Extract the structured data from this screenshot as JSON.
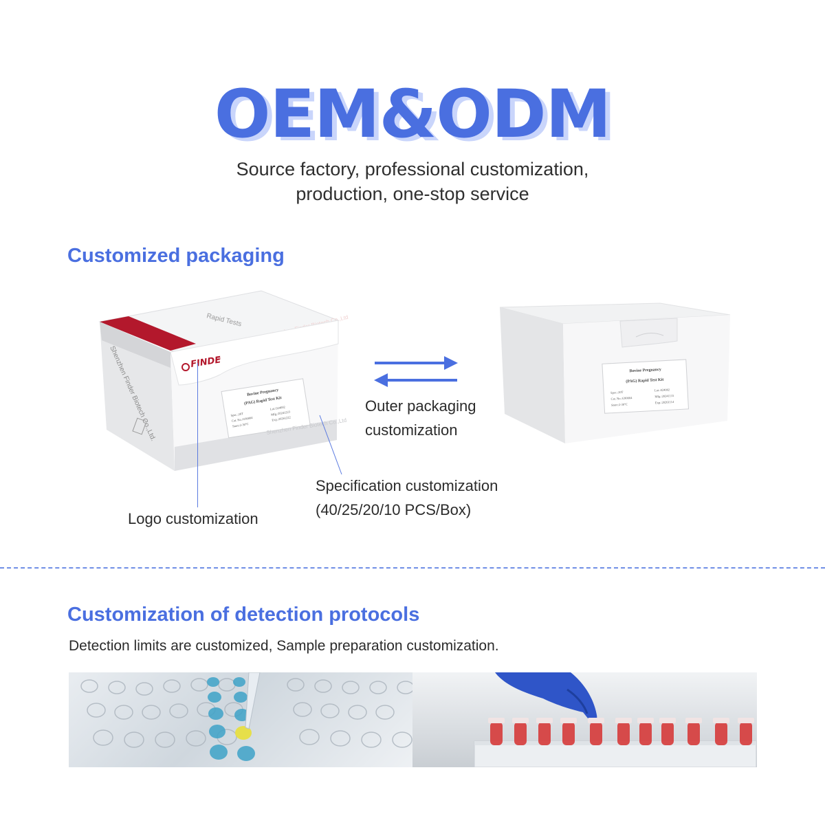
{
  "hero": {
    "title": "OEM&ODM",
    "subtitle_line1": "Source factory, professional customization,",
    "subtitle_line2": "production, one-stop service"
  },
  "packaging": {
    "title": "Customized packaging",
    "logo_label": "Logo customization",
    "spec_label_line1": "Specification customization",
    "spec_label_line2": "(40/25/20/10 PCS/Box)",
    "outer_label_line1": "Outer packaging",
    "outer_label_line2": "customization"
  },
  "box_left": {
    "logo": "FINDE",
    "logo_mark": "®",
    "side_company": "Shenzhen Finder Biotech Co.,Ltd.",
    "top_text": "Rapid Tests",
    "top_company": "Shenzhen Finder Biotech Co.,Ltd",
    "front_company": "Shenzhen Finder Biotech Co.,Ltd",
    "label_line1": "Bovine Pregnancy",
    "label_line2": "(PAG) Rapid Test Kit",
    "spec": "Spec.:20T",
    "cat": "Cat. No.:G90004",
    "store": "Store:2-30°C",
    "lot": "Lot.:024002",
    "mfg": "Mfg.:20241223",
    "exp": "Exp.:20261222"
  },
  "box_right": {
    "label_line1": "Bovine Pregnancy",
    "label_line2": "(PAG) Rapid Test Kit",
    "spec": "Spec.:20T",
    "cat": "Cat. No.:G90004",
    "store": "Store:2-30°C",
    "lot": "Lot.:024002",
    "mfg": "Mfg.:20241115",
    "exp": "Exp.:20261114"
  },
  "protocols": {
    "title": "Customization of detection protocols",
    "description": "Detection limits are customized, Sample preparation customization."
  },
  "colors": {
    "accent": "#4a6fe0",
    "accent_shadow": "#c9d5fb",
    "brand_red": "#b3182c",
    "liquid_red": "#d63a3a",
    "glove_blue": "#2f55c8"
  }
}
